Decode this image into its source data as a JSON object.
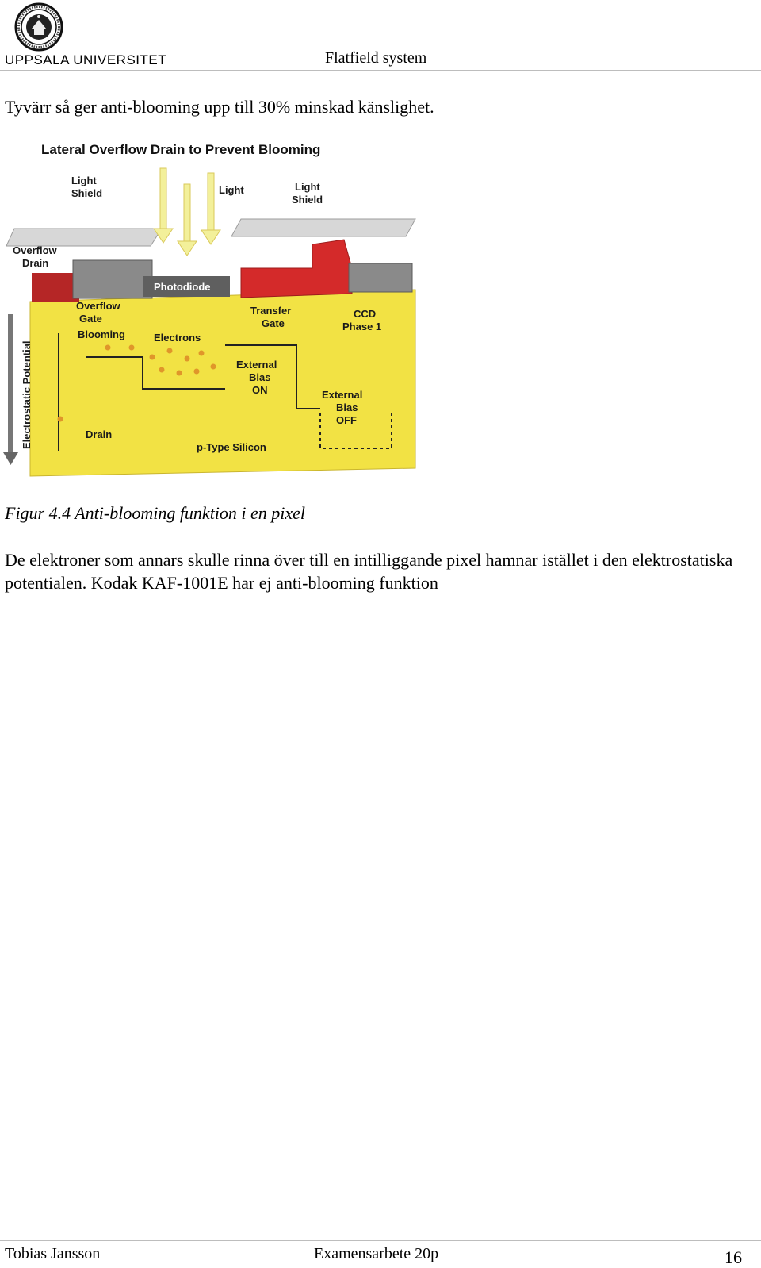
{
  "header": {
    "university": "UPPSALA UNIVERSITET",
    "running_title": "Flatfield system"
  },
  "intro_text": "Tyvärr så ger anti-blooming upp till 30% minskad känslighet.",
  "figure": {
    "title": "Lateral Overflow Drain to Prevent Blooming",
    "labels": {
      "light_shield_left_1": "Light",
      "light_shield_left_2": "Shield",
      "light": "Light",
      "light_shield_right_1": "Light",
      "light_shield_right_2": "Shield",
      "overflow_drain_1": "Overflow",
      "overflow_drain_2": "Drain",
      "photodiode": "Photodiode",
      "overflow_gate_1": "Overflow",
      "overflow_gate_2": "Gate",
      "blooming": "Blooming",
      "electrons": "Electrons",
      "transfer_gate_1": "Transfer",
      "transfer_gate_2": "Gate",
      "ccd_phase_1": "CCD",
      "ccd_phase_2": "Phase 1",
      "ext_bias_on_1": "External",
      "ext_bias_on_2": "Bias",
      "ext_bias_on_3": "ON",
      "ext_bias_off_1": "External",
      "ext_bias_off_2": "Bias",
      "ext_bias_off_3": "OFF",
      "drain": "Drain",
      "p_type_silicon": "p-Type Silicon",
      "electrostatic_potential": "Electrostatic Potential"
    },
    "colors": {
      "silicon": "#f2e244",
      "gate_red": "#d42a2a",
      "gate_gray": "#8a8a8a",
      "shield": "#d7d7d7",
      "light": "#f3f09a",
      "electron": "#e0962a"
    }
  },
  "caption": "Figur 4.4 Anti-blooming funktion i en  pixel",
  "body_text": "De elektroner som annars skulle rinna över till en intilliggande pixel hamnar istället i den elektrostatiska potentialen. Kodak KAF-1001E har ej anti-blooming funktion",
  "footer": {
    "author": "Tobias Jansson",
    "document": "Examensarbete 20p",
    "page_number": "16"
  }
}
